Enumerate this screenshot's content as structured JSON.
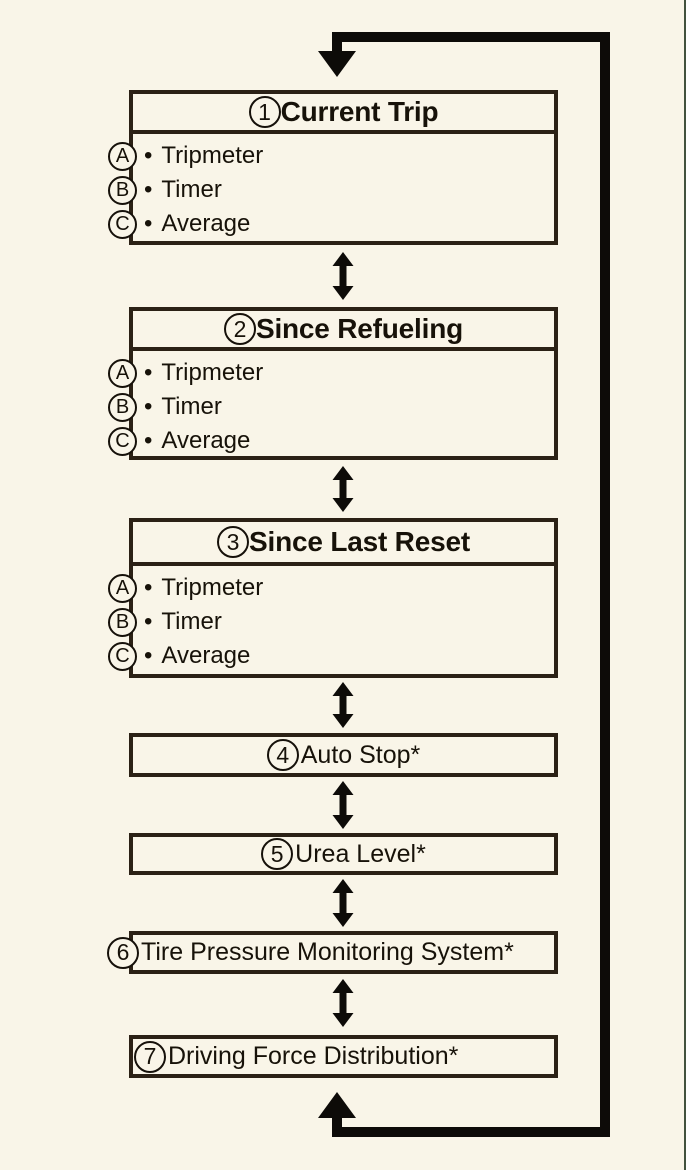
{
  "page": {
    "background_color": "#f9f5e8",
    "box_border_color": "#2b2115",
    "arrow_color": "#0d0b08",
    "right_edge_line_color": "#42523e"
  },
  "flow": {
    "bullet": "•",
    "boxes": [
      {
        "number": "1",
        "title": "Current Trip",
        "items": [
          {
            "key": "A",
            "label": "Tripmeter"
          },
          {
            "key": "B",
            "label": "Timer"
          },
          {
            "key": "C",
            "label": "Average"
          }
        ]
      },
      {
        "number": "2",
        "title": "Since Refueling",
        "items": [
          {
            "key": "A",
            "label": "Tripmeter"
          },
          {
            "key": "B",
            "label": "Timer"
          },
          {
            "key": "C",
            "label": "Average"
          }
        ]
      },
      {
        "number": "3",
        "title": "Since Last Reset",
        "items": [
          {
            "key": "A",
            "label": "Tripmeter"
          },
          {
            "key": "B",
            "label": "Timer"
          },
          {
            "key": "C",
            "label": "Average"
          }
        ]
      },
      {
        "number": "4",
        "title": "Auto Stop*"
      },
      {
        "number": "5",
        "title": "Urea Level*"
      },
      {
        "number": "6",
        "title": "Tire Pressure Monitoring System*"
      },
      {
        "number": "7",
        "title": "Driving Force Distribution*"
      }
    ]
  }
}
